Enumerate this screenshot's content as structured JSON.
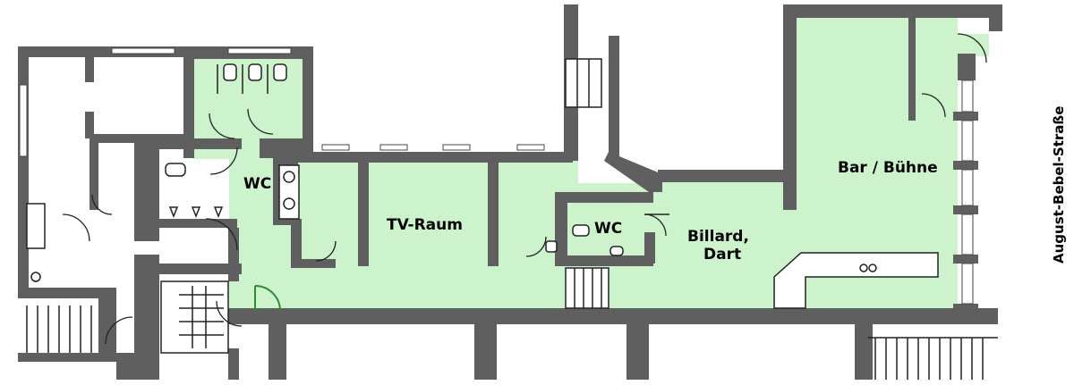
{
  "plan": {
    "rooms": [
      {
        "id": "wc-left",
        "label": "WC"
      },
      {
        "id": "tv-raum",
        "label": "TV-Raum"
      },
      {
        "id": "wc-middle",
        "label": "WC"
      },
      {
        "id": "billard-dart",
        "label_line1": "Billard,",
        "label_line2": "Dart"
      },
      {
        "id": "bar-buehne",
        "label": "Bar / Bühne"
      }
    ],
    "street": "August-Bebel-Straße",
    "colors": {
      "wall": "#5f5f5f",
      "highlight_area": "#ccf3cc",
      "background": "#ffffff"
    }
  }
}
